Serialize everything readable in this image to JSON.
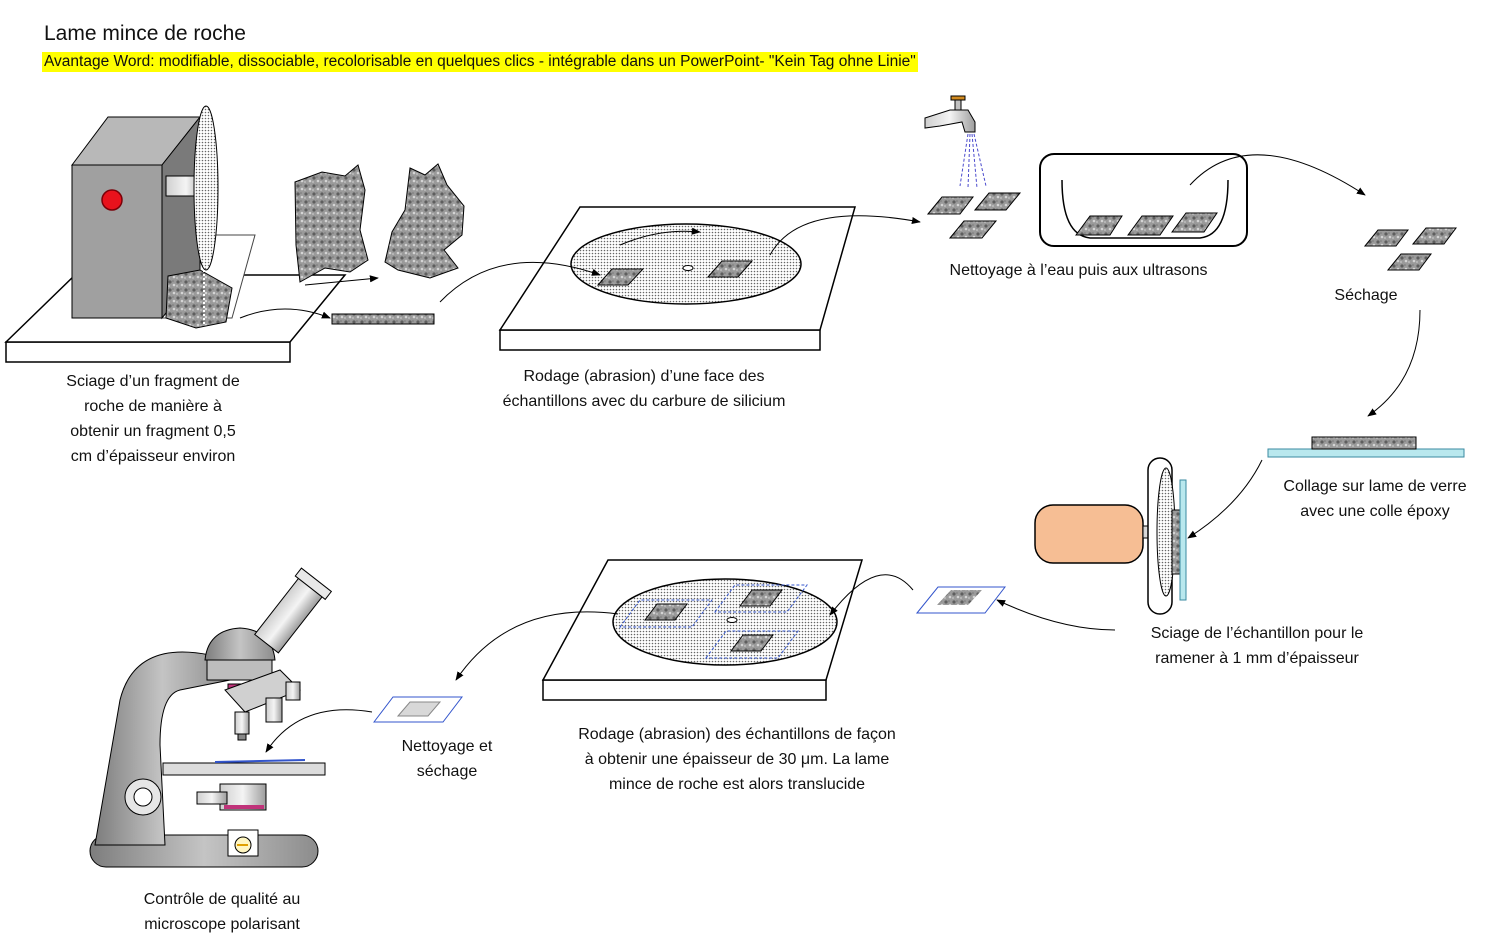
{
  "title": "Lame mince de roche",
  "subtitle": "Avantage Word: modifiable, dissociable, recolorisable en quelques clics - intégrable dans un PowerPoint- \"Kein Tag ohne Linie\"",
  "steps": {
    "sawing": "Sciage d’un fragment de\nroche de manière à\nobtenir  un fragment 0,5\ncm d’épaisseur environ",
    "lapping": "Rodage (abrasion) d’une face des\néchantillons avec du carbure de silicium",
    "cleaning": "Nettoyage à l’eau puis aux ultrasons",
    "drying": "Séchage",
    "gluing": "Collage sur lame de verre\navec une colle époxy",
    "resawing": "Sciage de l’échantillon pour le\nramener à 1 mm d’épaisseur",
    "final_lapping": "Rodage (abrasion)  des échantillons de façon\nà obtenir une épaisseur de 30 μm. La lame\nmince de roche est alors translucide",
    "clean_dry": "Nettoyage et\nséchage",
    "quality_control": "Contrôle de qualité au\nmicroscope polarisant"
  },
  "colors": {
    "highlight": "#ffff00",
    "rock": "#8a8a8a",
    "machine_body": "#9c9c9c",
    "red_button": "#e8121c",
    "motor": "#f6be94",
    "glass": "#b9e8ee",
    "slide_outline": "#3355cc"
  }
}
